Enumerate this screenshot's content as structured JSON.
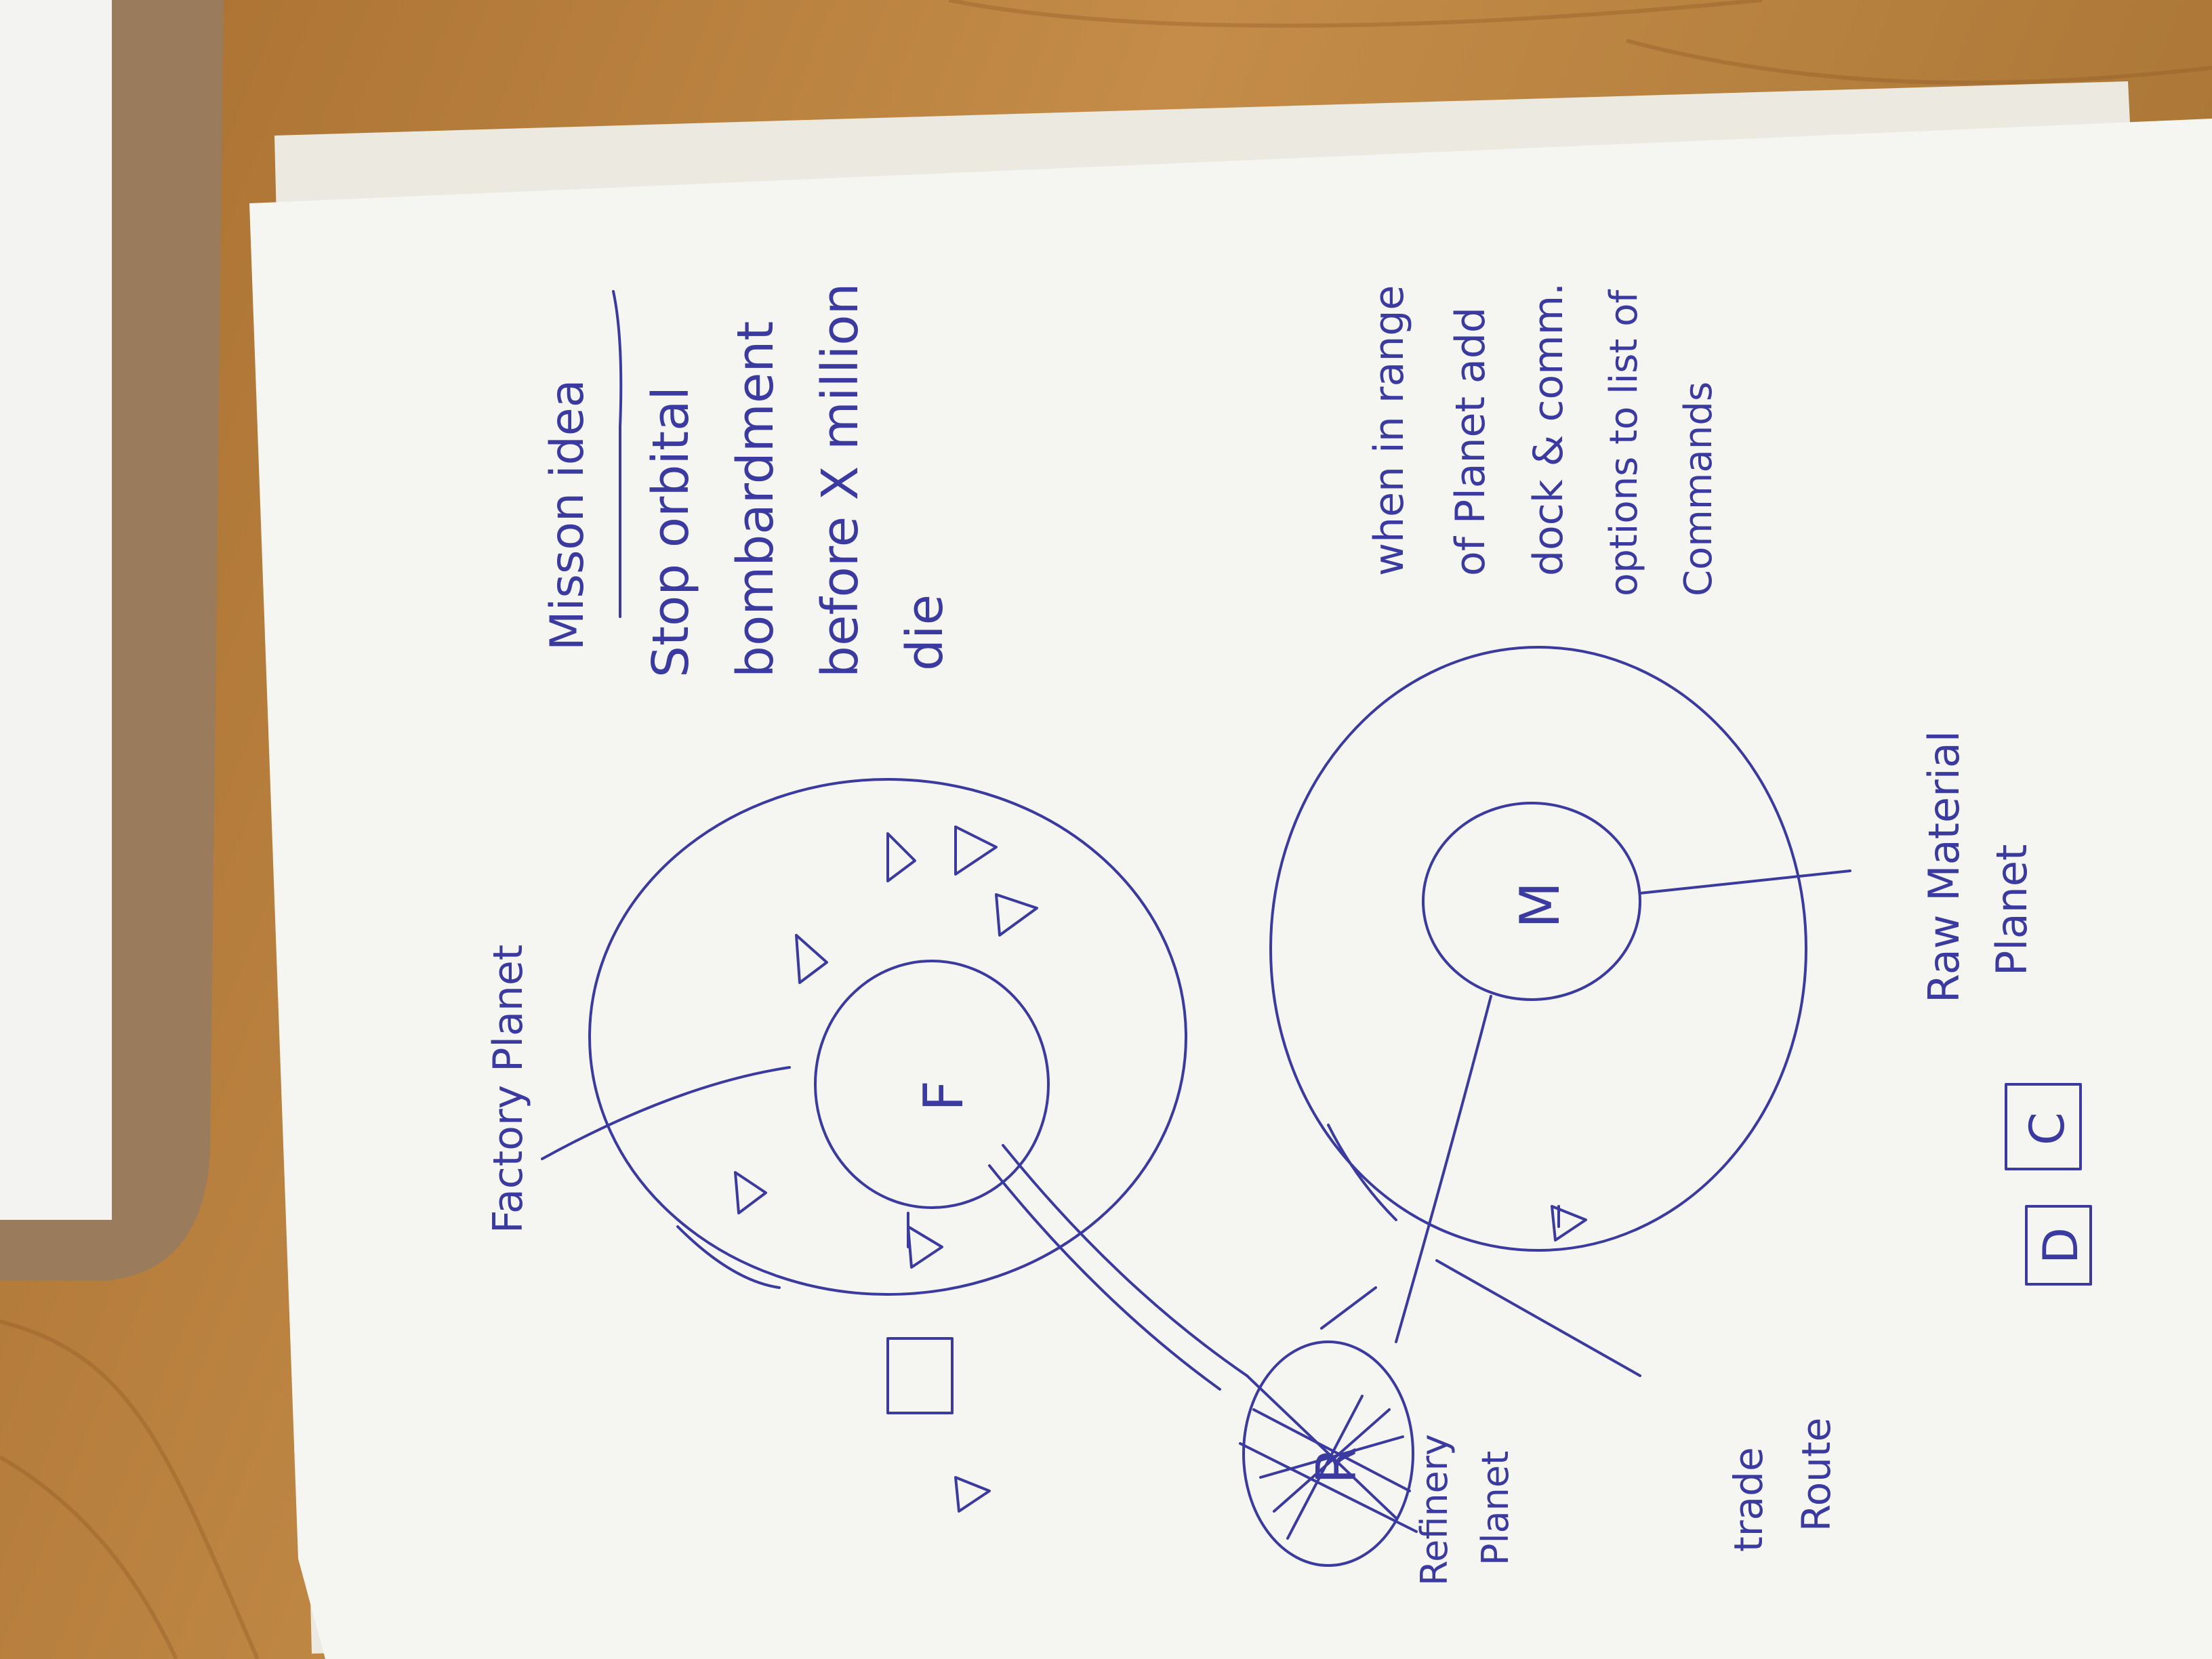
{
  "photo": {
    "subject": "hand-drawn sketch on paper lying on a wooden table",
    "colors": {
      "table": "#b8813e",
      "paper": "#f5f5f1",
      "ink": "#3a3aa0",
      "clipboard": "#9a7b5c"
    }
  },
  "notes": {
    "mission_title": "Misson idea",
    "mission_lines": [
      "Stop orbital",
      "bombardment",
      "before X million",
      "die"
    ],
    "range_lines": [
      "when in range",
      "of Planet add",
      "dock & comm.",
      "options to list of",
      "Commands"
    ]
  },
  "labels": {
    "factory": "Factory Planet",
    "factory_letter": "F",
    "raw_line1": "Raw Material",
    "raw_line2": "Planet",
    "raw_letter": "M",
    "refinery_line1": "Refinery",
    "refinery_line2": "Planet",
    "refinery_letter": "R",
    "trade_line1": "trade",
    "trade_line2": "Route",
    "legend_c": "C",
    "legend_d": "D"
  }
}
